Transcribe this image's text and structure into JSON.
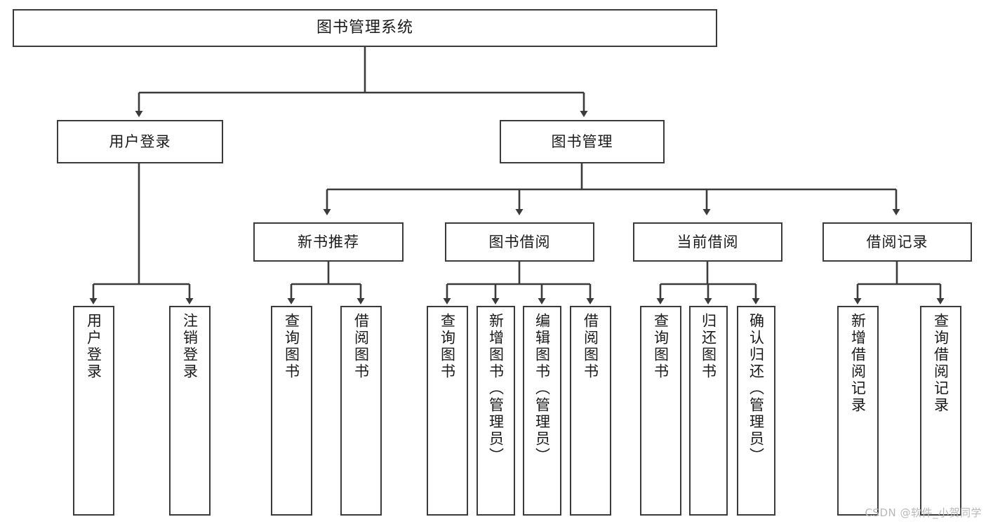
{
  "diagram": {
    "title": "图书管理系统",
    "type": "tree-hierarchy",
    "watermark": "CSDN @软件_小贺同学",
    "colors": {
      "stroke": "#3b3b3b",
      "fill": "#ffffff",
      "text": "#1a1a1a",
      "watermark": "#b9b9b9"
    },
    "root": {
      "label": "图书管理系统"
    },
    "level1": [
      {
        "label": "用户登录"
      },
      {
        "label": "图书管理"
      }
    ],
    "level2": [
      {
        "label": "新书推荐"
      },
      {
        "label": "图书借阅"
      },
      {
        "label": "当前借阅"
      },
      {
        "label": "借阅记录"
      }
    ],
    "leaves": {
      "user_login": [
        {
          "label": "用户登录"
        },
        {
          "label": "注销登录"
        }
      ],
      "new_book_recommend": [
        {
          "label": "查询图书"
        },
        {
          "label": "借阅图书"
        }
      ],
      "book_borrow": [
        {
          "label": "查询图书"
        },
        {
          "label": "新增图书（管理员）"
        },
        {
          "label": "编辑图书（管理员）"
        },
        {
          "label": "借阅图书"
        }
      ],
      "current_borrow": [
        {
          "label": "查询图书"
        },
        {
          "label": "归还图书"
        },
        {
          "label": "确认归还（管理员）"
        }
      ],
      "borrow_record": [
        {
          "label": "新增借阅记录"
        },
        {
          "label": "查询借阅记录"
        }
      ]
    }
  }
}
